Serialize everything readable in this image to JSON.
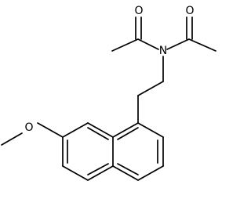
{
  "molecule": {
    "atoms": {
      "o1": "O",
      "o2": "O",
      "n": "N",
      "o3": "O"
    }
  }
}
